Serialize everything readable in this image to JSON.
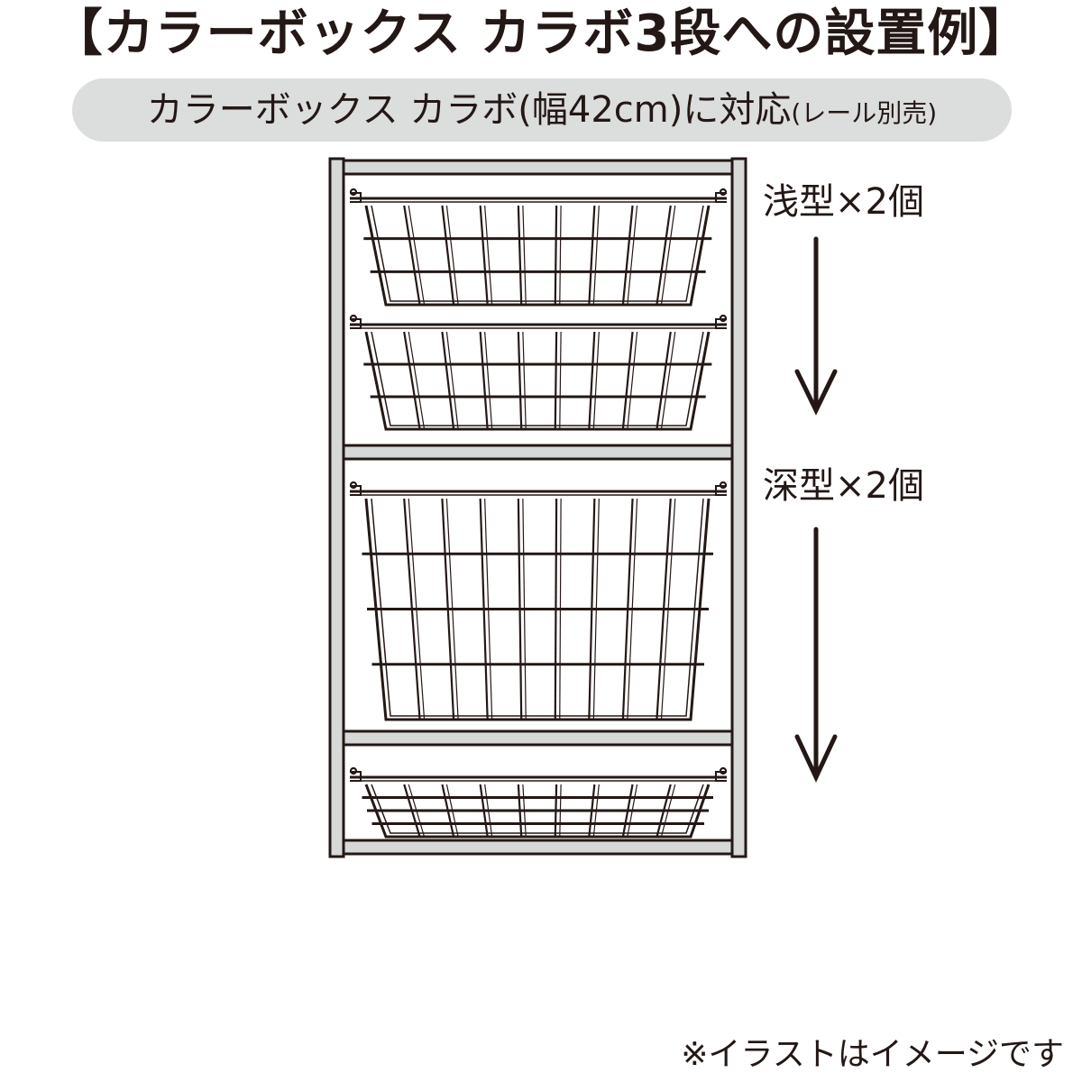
{
  "title": "【カラーボックス カラボ3段への設置例】",
  "subtitle": {
    "main": "カラーボックス カラボ(幅42cm)に対応",
    "note": "(レール別売)"
  },
  "labels": {
    "shallow": "浅型×2個",
    "deep": "深型×2個"
  },
  "footnote": "※イラストはイメージです",
  "colors": {
    "text": "#231815",
    "frame_outline": "#231815",
    "frame_fill": "#d7d8d8",
    "pill_bg": "#dcdddd",
    "wire": "#231815"
  },
  "icons": [
    "arrow-down-icon",
    "wire-basket-icon",
    "shelf-frame-icon"
  ]
}
